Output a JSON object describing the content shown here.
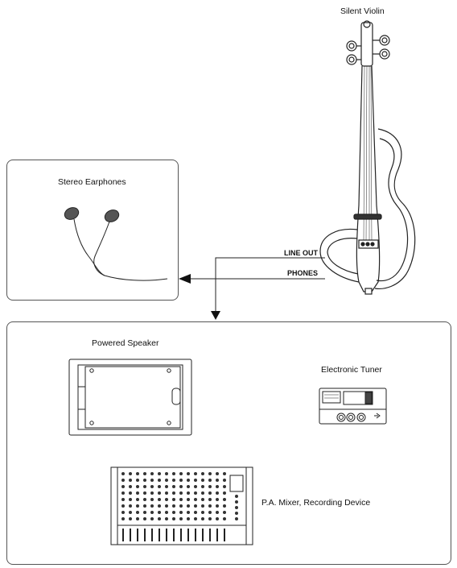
{
  "title": "Silent Violin",
  "earphones": {
    "label": "Stereo Earphones"
  },
  "ports": {
    "line_out": "LINE OUT",
    "phones": "PHONES"
  },
  "devices": {
    "speaker": "Powered Speaker",
    "tuner": "Electronic Tuner",
    "mixer": "P.A. Mixer, Recording Device"
  }
}
